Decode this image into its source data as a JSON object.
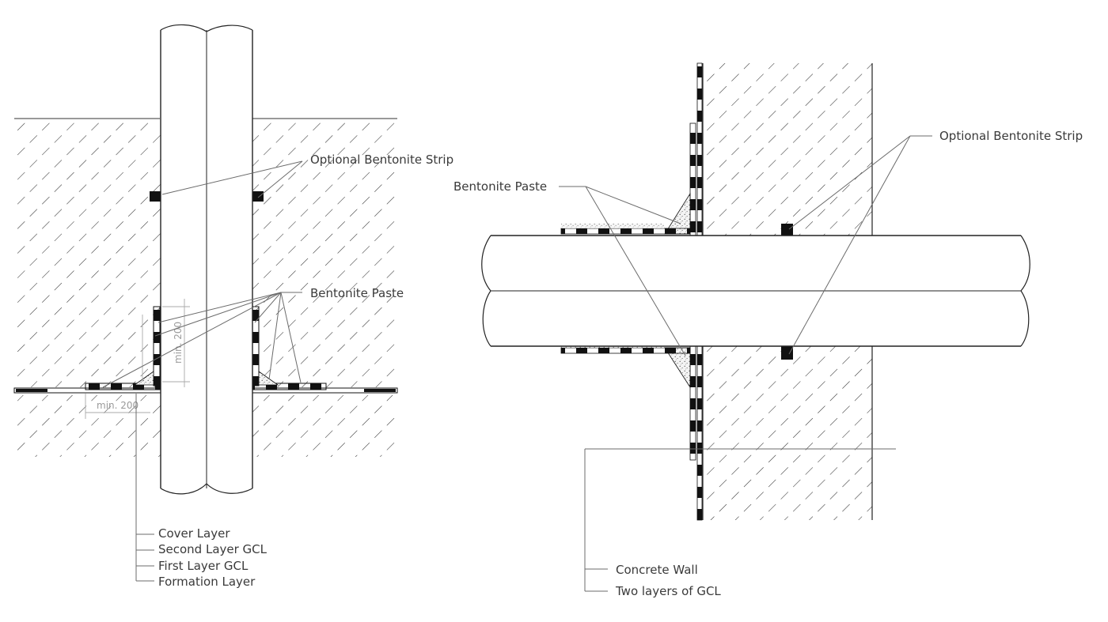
{
  "left_detail": {
    "labels": {
      "optional_strip": "Optional Bentonite Strip",
      "bentonite_paste": "Bentonite Paste",
      "dim_vertical": "min. 200",
      "dim_horizontal": "min. 200"
    },
    "layer_legend": [
      "Cover Layer",
      "Second Layer GCL",
      "First Layer GCL",
      "Formation Layer"
    ]
  },
  "right_detail": {
    "labels": {
      "bentonite_paste": "Bentonite Paste",
      "optional_strip": "Optional Bentonite Strip",
      "concrete_wall": "Concrete Wall",
      "two_layers": "Two layers of GCL"
    }
  }
}
